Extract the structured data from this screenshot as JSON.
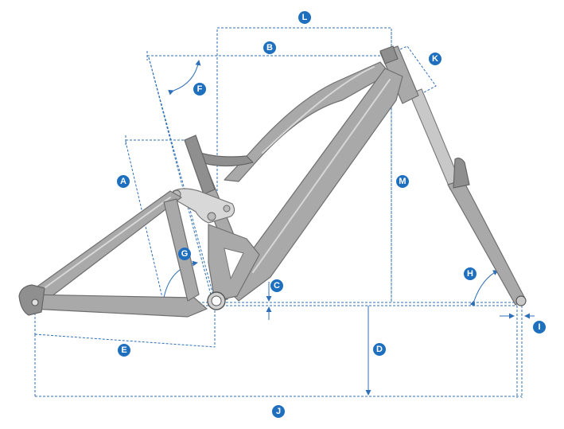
{
  "labels": {
    "A": "A",
    "B": "B",
    "C": "C",
    "D": "D",
    "E": "E",
    "F": "F",
    "G": "G",
    "H": "H",
    "I": "I",
    "J": "J",
    "K": "K",
    "L": "L",
    "M": "M"
  },
  "colors": {
    "dimension_line": "#2f6fb7",
    "badge": "#1f6fbf",
    "frame": "#a9a9a9",
    "background": "#ffffff"
  }
}
